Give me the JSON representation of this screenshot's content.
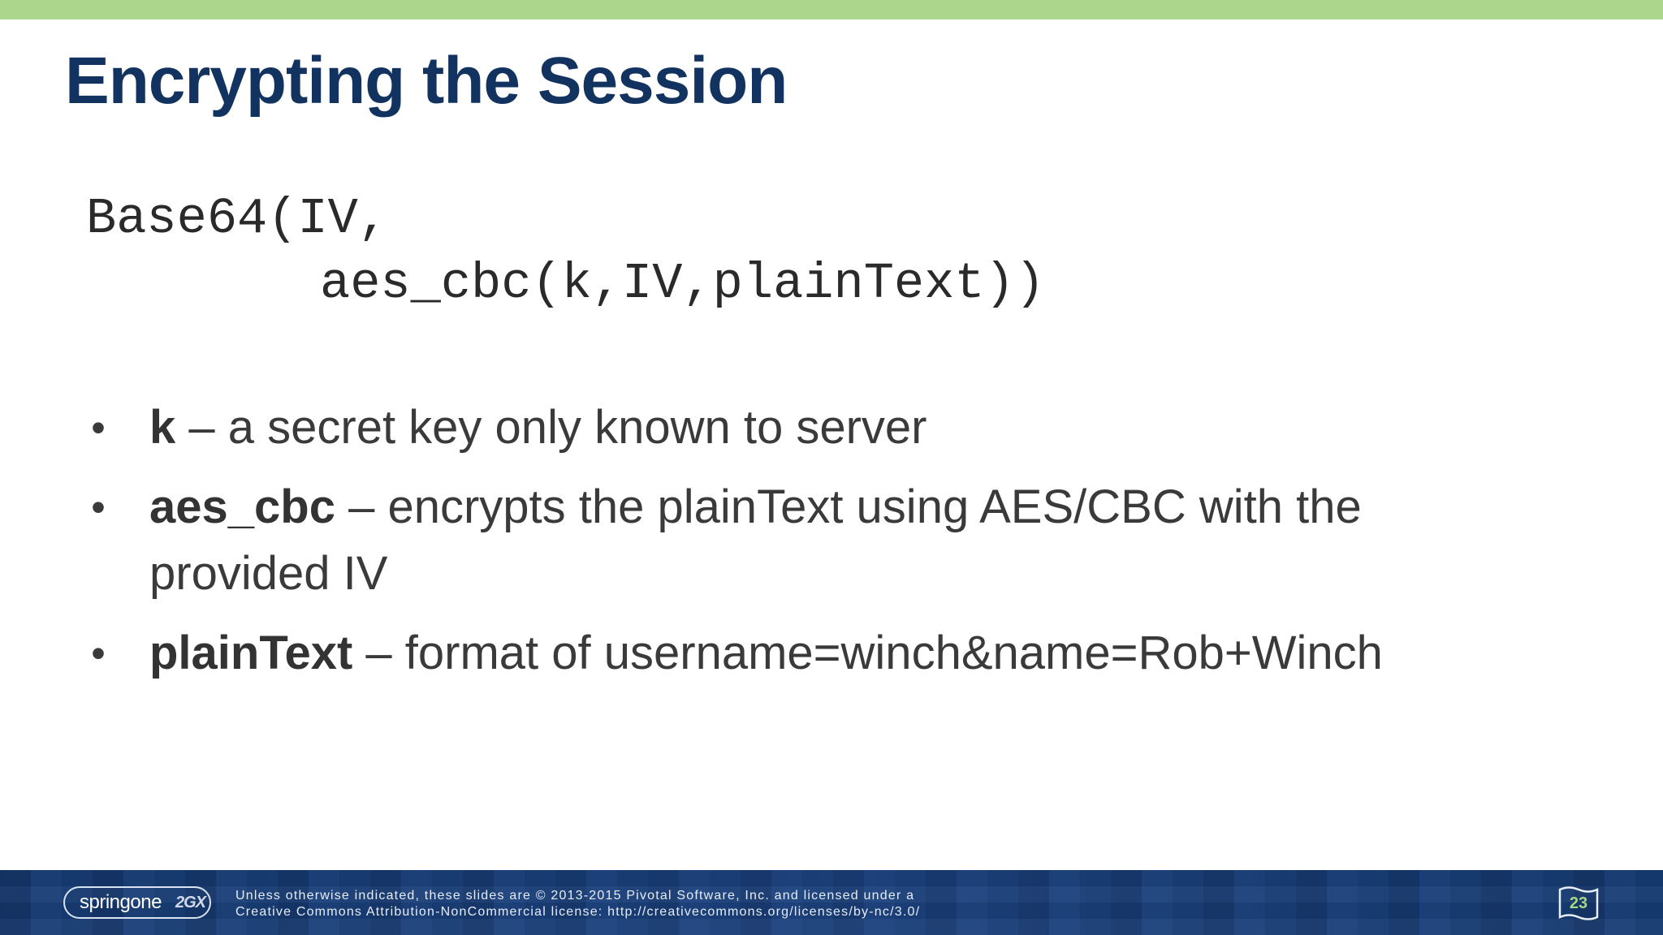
{
  "slide": {
    "title": "Encrypting the Session",
    "code": {
      "line1": "Base64(IV,",
      "line2": "aes_cbc(k,IV,plainText))"
    },
    "bullets": [
      {
        "term": "k",
        "description": " – a secret key only known to server"
      },
      {
        "term": "aes_cbc",
        "description": " – encrypts the plainText using AES/CBC with the provided IV"
      },
      {
        "term": "plainText",
        "description": " – format of username=winch&name=Rob+Winch"
      }
    ],
    "bullet_symbol": "•"
  },
  "footer": {
    "logo_text": "springone",
    "logo_mark": "2GX",
    "license_line1": "Unless otherwise indicated, these slides are © 2013-2015 Pivotal Software, Inc. and licensed under a",
    "license_line2": "Creative Commons Attribution-NonCommercial license: http://creativecommons.org/licenses/by-nc/3.0/",
    "page_number": "23"
  },
  "colors": {
    "accent_bar": "#acd68b",
    "title": "#12335f",
    "footer_bg": "#163a70",
    "page_number": "#a6d786"
  }
}
